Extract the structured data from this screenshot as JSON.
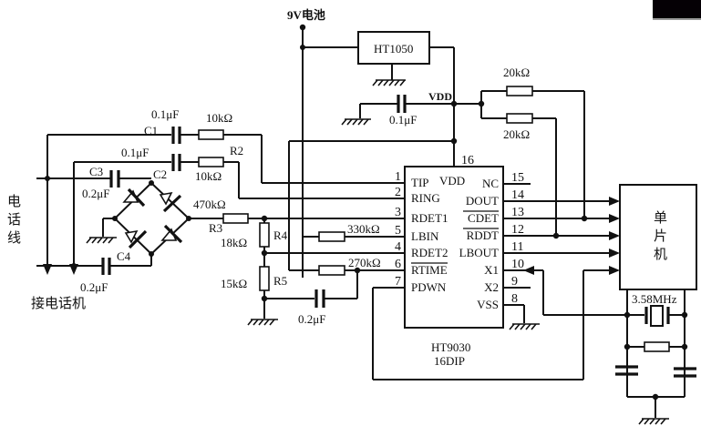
{
  "power": {
    "battery_label": "9V电池",
    "vdd_label": "VDD"
  },
  "regulator": {
    "name": "HT1050"
  },
  "phone_line": {
    "label_chars": [
      "电",
      "话",
      "线"
    ],
    "to_phone_label": "接电话机"
  },
  "components": {
    "c1": {
      "ref": "C1",
      "value": "0.1μF"
    },
    "c2": {
      "ref": "C2",
      "value": "0.1μF"
    },
    "c3": {
      "ref": "C3",
      "value": "0.2μF"
    },
    "c4": {
      "ref": "C4",
      "value": "0.2μF"
    },
    "c_vdd": {
      "value": "0.1μF"
    },
    "c_rtime": {
      "value": "0.2μF"
    },
    "r1": {
      "value": "10kΩ"
    },
    "r2": {
      "ref": "R2",
      "value": "10kΩ"
    },
    "r3": {
      "ref": "R3",
      "value": "470kΩ"
    },
    "r4": {
      "ref": "R4",
      "value": "18kΩ"
    },
    "r5": {
      "ref": "R5",
      "value": "15kΩ"
    },
    "r_lbin": {
      "value": "330kΩ"
    },
    "r_rtime": {
      "value": "270kΩ"
    },
    "r_pull1": {
      "value": "20kΩ"
    },
    "r_pull2": {
      "value": "20kΩ"
    },
    "crystal": {
      "value": "3.58MHz"
    }
  },
  "ic": {
    "name": "HT9030",
    "package": "16DIP",
    "vdd_pin": "16",
    "left_pins": [
      {
        "num": "1",
        "name": "TIP"
      },
      {
        "num": "2",
        "name": "RING"
      },
      {
        "num": "3",
        "name": "RDET1"
      },
      {
        "num": "5",
        "name": "LBIN"
      },
      {
        "num": "4",
        "name": "RDET2"
      },
      {
        "num": "6",
        "name": "RTIME"
      },
      {
        "num": "7",
        "name": "PDWN"
      }
    ],
    "right_pins": [
      {
        "num": "15",
        "name": "NC"
      },
      {
        "num": "14",
        "name": "DOUT"
      },
      {
        "num": "13",
        "name": "CDET"
      },
      {
        "num": "12",
        "name": "RDDT"
      },
      {
        "num": "11",
        "name": "LBOUT"
      },
      {
        "num": "10",
        "name": "X1"
      },
      {
        "num": "9",
        "name": "X2"
      },
      {
        "num": "8",
        "name": "VSS"
      }
    ],
    "vdd_text": "VDD"
  },
  "mcu": {
    "label_chars": [
      "单",
      "片",
      "机"
    ]
  }
}
